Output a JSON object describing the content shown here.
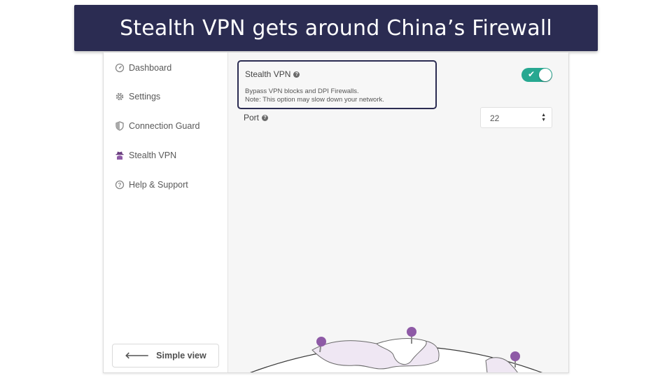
{
  "banner": {
    "title": "Stealth VPN gets around China’s Firewall"
  },
  "sidebar": {
    "items": [
      {
        "label": "Dashboard",
        "icon": "gauge-icon"
      },
      {
        "label": "Settings",
        "icon": "gear-icon"
      },
      {
        "label": "Connection Guard",
        "icon": "shield-icon"
      },
      {
        "label": "Stealth VPN",
        "icon": "spy-icon"
      },
      {
        "label": "Help & Support",
        "icon": "help-circle-icon"
      }
    ],
    "simple_view_label": "Simple view"
  },
  "stealth": {
    "title": "Stealth VPN",
    "description_line1": "Bypass VPN blocks and DPI Firewalls.",
    "description_line2": "Note: This option may slow down your network.",
    "enabled": true
  },
  "port": {
    "label": "Port",
    "value": "22"
  },
  "colors": {
    "banner_bg": "#2b2c52",
    "toggle_on": "#27a891",
    "highlight_border": "#2b2c52",
    "map_pin": "#8e5aa6",
    "map_fill": "#efe7f3"
  }
}
